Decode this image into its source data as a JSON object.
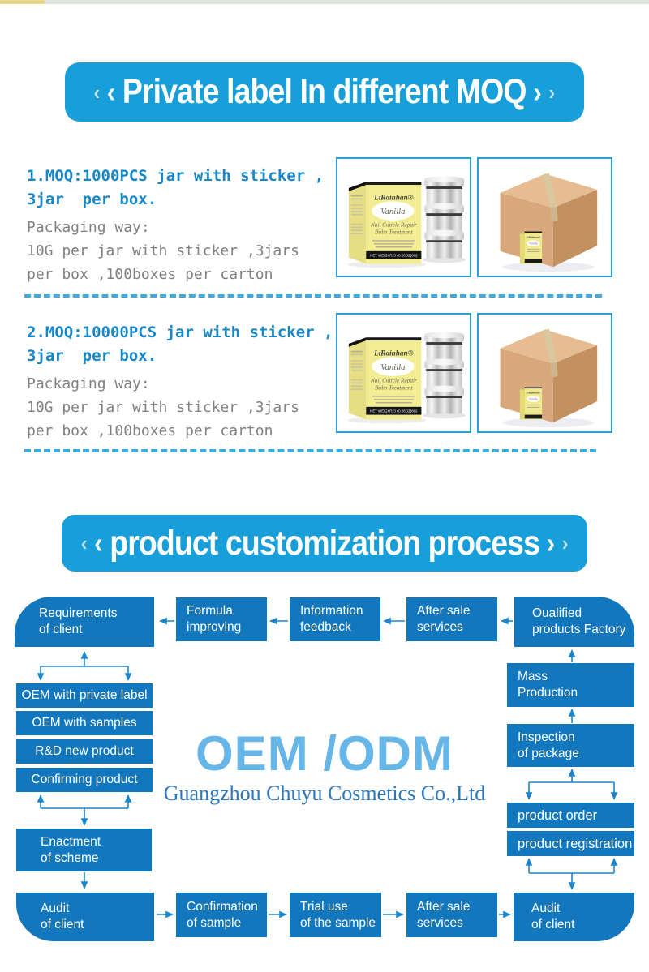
{
  "strip": {
    "yellow": "#EAD98C",
    "gray": "#DFE3DE"
  },
  "banner_moq": {
    "chev_left_outer": "‹",
    "chev_left_inner": "‹",
    "text": "Private label In different MOQ",
    "chev_right_inner": "›",
    "chev_right_outer": "›"
  },
  "banner_process": {
    "chev_left_outer": "‹",
    "chev_left_inner": "‹",
    "text": "product customization process",
    "chev_right_inner": "›",
    "chev_right_outer": "›"
  },
  "sections": [
    {
      "title": "1.MOQ:1000PCS jar with sticker ,\n3jar  per box.",
      "packaging": "Packaging way:\n10G per jar with sticker ,3jars\nper box ,100boxes per carton"
    },
    {
      "title": "2.MOQ:10000PCS jar with sticker ,\n3jar  per box.",
      "packaging": "Packaging way:\n10G per jar with sticker ,3jars\nper box ,100boxes per carton"
    }
  ],
  "product": {
    "brand": "LiRainhan®",
    "name": "Vanilla",
    "desc1": "Nail Cuticle Repair",
    "desc2": "Balm Treatment",
    "net_weight": "NET WEIGHT: 3 x0.28OZ(8G)"
  },
  "oem": {
    "headline": "OEM /ODM",
    "company": "Guangzhou Chuyu Cosmetics Co.,Ltd"
  },
  "flowchart": {
    "top_row": [
      {
        "label": "Requirements\nof client"
      },
      {
        "label": "Formula\nimproving"
      },
      {
        "label": "Information\nfeedback"
      },
      {
        "label": "After sale\nservices"
      },
      {
        "label": "Oualified\nproducts Factory"
      }
    ],
    "left_column": [
      {
        "label": "OEM with private label"
      },
      {
        "label": "OEM with samples"
      },
      {
        "label": "R&D new product"
      },
      {
        "label": "Confirming product"
      }
    ],
    "right_column": [
      {
        "label": "Mass\nProduction"
      },
      {
        "label": "Inspection\nof package"
      },
      {
        "label": "product order"
      },
      {
        "label": "product registration"
      }
    ],
    "enactment": {
      "label": "Enactment\nof scheme"
    },
    "bottom_row": [
      {
        "label": "Audit\nof client"
      },
      {
        "label": "Confirmation\nof sample"
      },
      {
        "label": "Trial use\nof the sample"
      },
      {
        "label": "After sale\nservices"
      },
      {
        "label": "Audit\nof client"
      }
    ]
  },
  "colors": {
    "banner_bg": "#189ED9",
    "box_bg": "#1377BE",
    "arrow": "#1C86CC",
    "title_blue": "#1787C8",
    "text_gray": "#7D8184",
    "oem_blue": "#66B6E8",
    "company_blue": "#2B76BF",
    "divider": "#3EAADF",
    "img_border": "#2E9FD4"
  }
}
